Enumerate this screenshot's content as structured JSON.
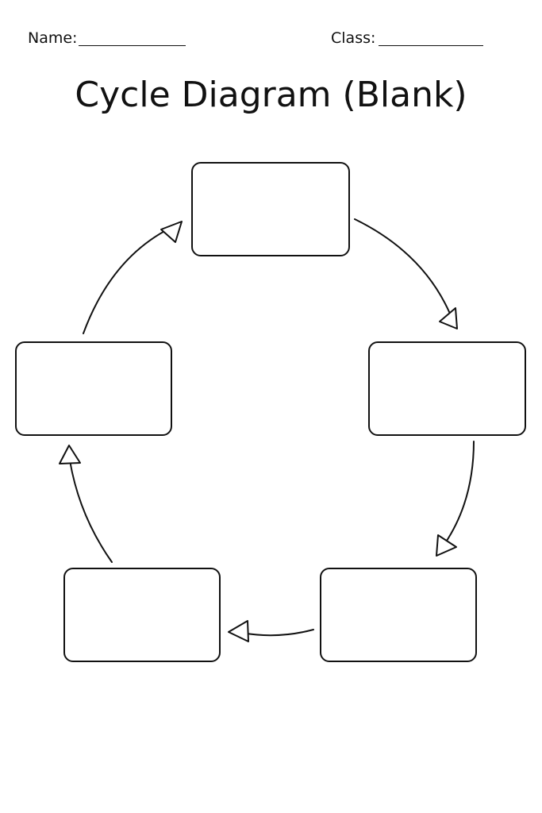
{
  "header": {
    "name_label": "Name:",
    "class_label": "Class:"
  },
  "title": "Cycle Diagram (Blank)",
  "cycle": {
    "boxes": [
      "",
      "",
      "",
      "",
      ""
    ],
    "arrow_count": 5
  }
}
